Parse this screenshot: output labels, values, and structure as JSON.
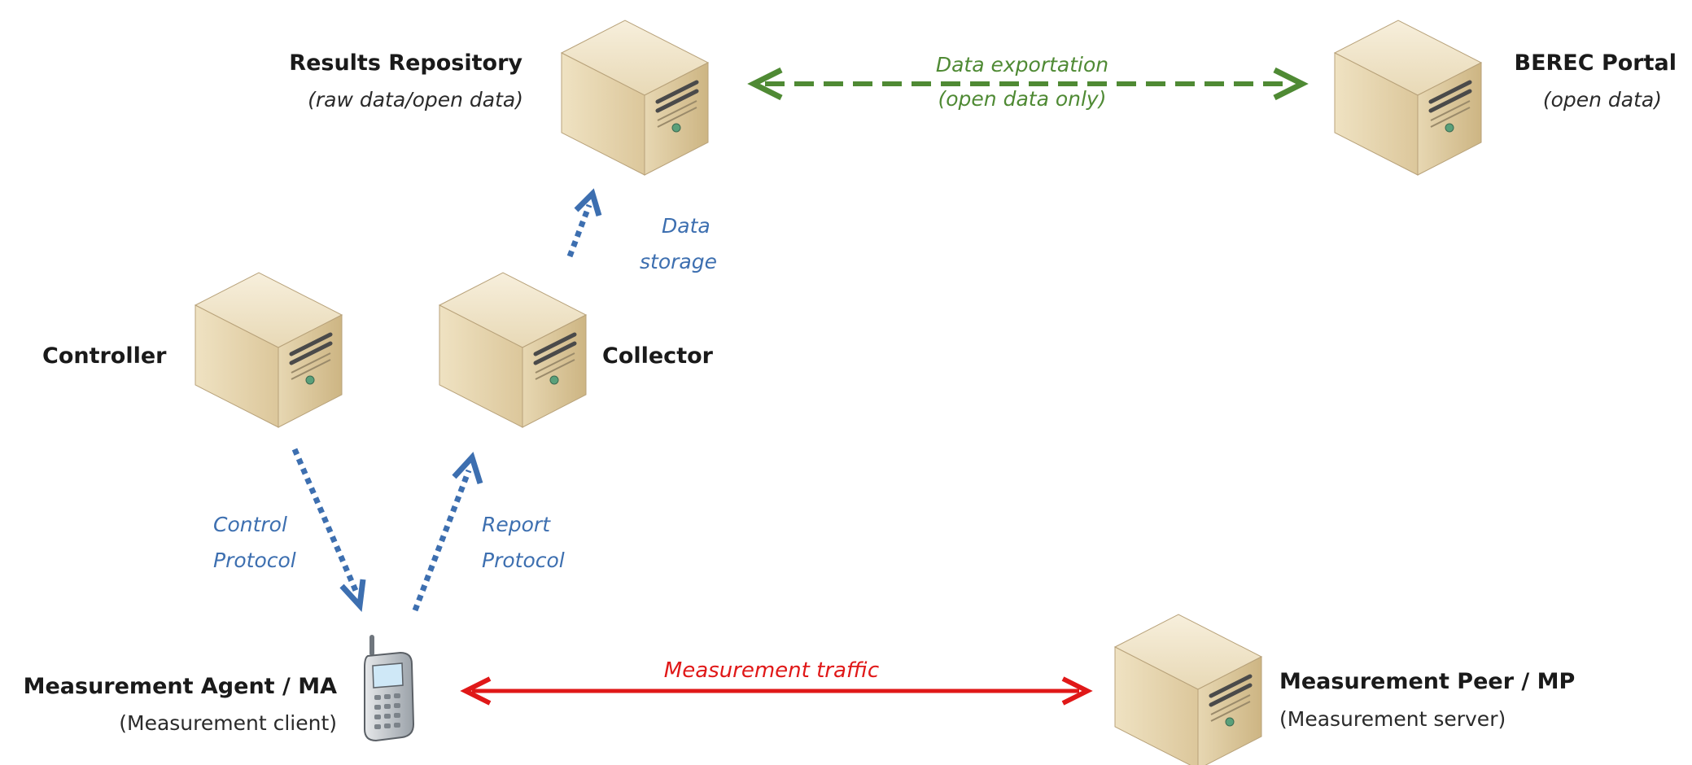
{
  "nodes": {
    "results_repository": {
      "title": "Results Repository",
      "subtitle": "(raw data/open data)"
    },
    "berec_portal": {
      "title": "BEREC Portal",
      "subtitle": "(open data)"
    },
    "controller": {
      "title": "Controller"
    },
    "collector": {
      "title": "Collector"
    },
    "measurement_agent": {
      "title": "Measurement Agent / MA",
      "subtitle": "(Measurement  client)"
    },
    "measurement_peer": {
      "title": "Measurement  Peer / MP",
      "subtitle": "(Measurement server)"
    }
  },
  "edges": {
    "data_exportation": {
      "line1": "Data exportation",
      "line2": "(open data only)"
    },
    "data_storage": {
      "line1": "Data",
      "line2": "storage"
    },
    "control_protocol": {
      "line1": "Control",
      "line2": "Protocol"
    },
    "report_protocol": {
      "line1": "Report",
      "line2": "Protocol"
    },
    "measurement_traffic": {
      "label": "Measurement  traffic"
    }
  },
  "colors": {
    "control_arrows": "#3d6fb0",
    "export_arrow": "#4f8a34",
    "traffic_arrow": "#e01818",
    "server_body": "#e2cfa6"
  },
  "icons": [
    "server-icon",
    "mobile-phone-icon"
  ]
}
